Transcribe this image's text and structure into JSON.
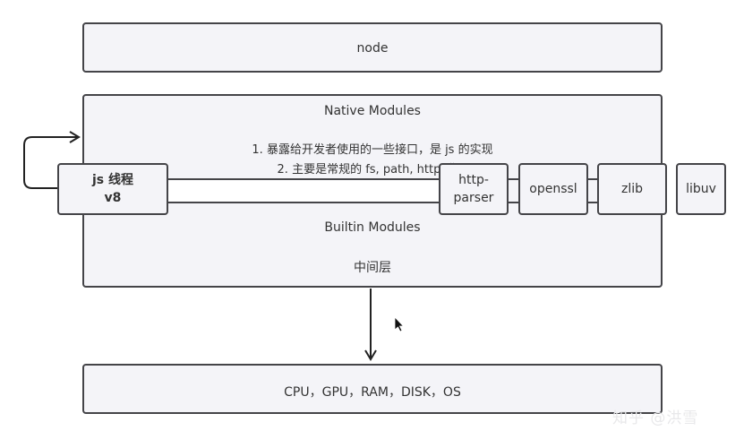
{
  "node": {
    "label": "node"
  },
  "native_modules": {
    "title": "Native Modules",
    "points": [
      "1. 暴露给开发者使用的一些接口，是 js 的实现",
      "2. 主要是常规的 fs, path, http 模块"
    ],
    "builtin_title": "Builtin Modules",
    "middle_layer": "中间层"
  },
  "js_thread": {
    "line1": "js 线程",
    "line2": "v8"
  },
  "libs": {
    "http_parser_line1": "http-",
    "http_parser_line2": "parser",
    "openssl": "openssl",
    "zlib": "zlib",
    "libuv": "libuv"
  },
  "hardware": {
    "label": "CPU，GPU，RAM，DISK，OS"
  },
  "watermark": "知乎 @洪雪"
}
